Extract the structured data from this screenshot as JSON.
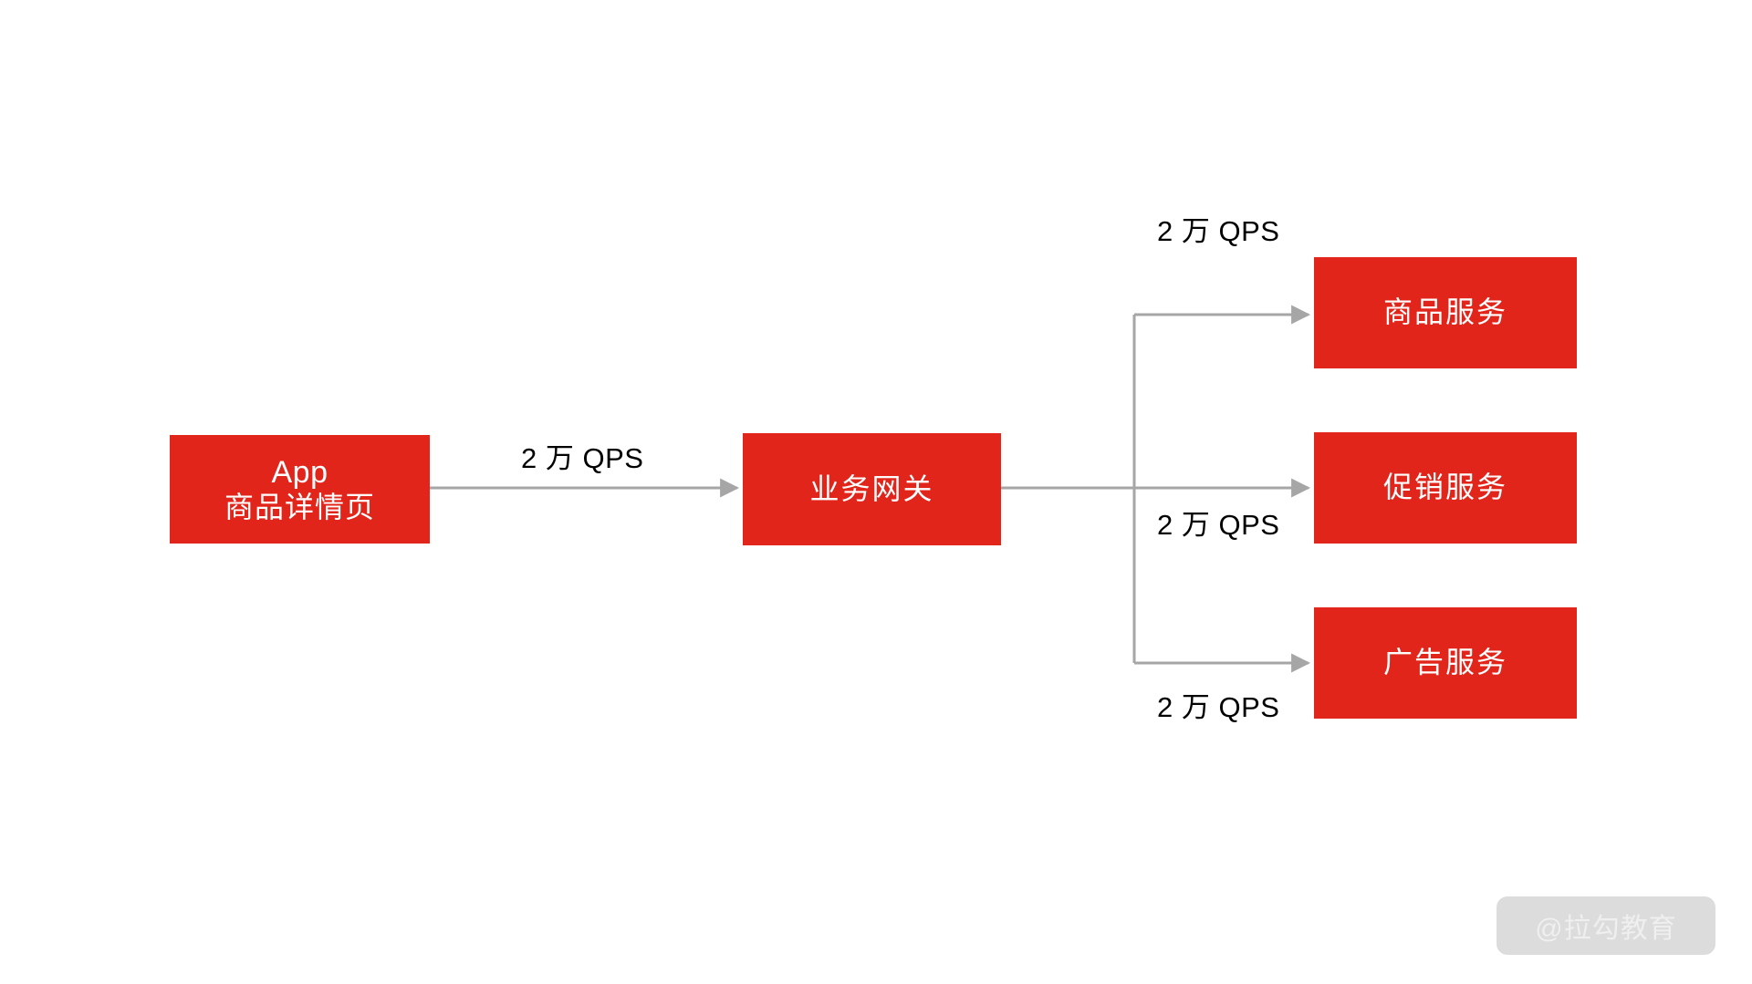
{
  "diagram": {
    "type": "flow-architecture",
    "background_color": "#FFFFFF",
    "node_color": "#E1251B",
    "node_text_color": "#FFFFFF",
    "connector_color": "#A6A6A6",
    "label_text_color": "#000000"
  },
  "nodes": {
    "app": {
      "line1": "App",
      "line2": "商品详情页"
    },
    "gateway": {
      "label": "业务网关"
    },
    "product_service": {
      "label": "商品服务"
    },
    "promotion_service": {
      "label": "促销服务"
    },
    "ad_service": {
      "label": "广告服务"
    }
  },
  "edges": {
    "app_to_gateway": {
      "label": "2 万 QPS"
    },
    "gateway_to_product": {
      "label": "2 万 QPS"
    },
    "gateway_to_promotion": {
      "label": "2 万 QPS"
    },
    "gateway_to_ad": {
      "label": "2 万 QPS"
    }
  },
  "watermark": {
    "text": "@拉勾教育"
  }
}
